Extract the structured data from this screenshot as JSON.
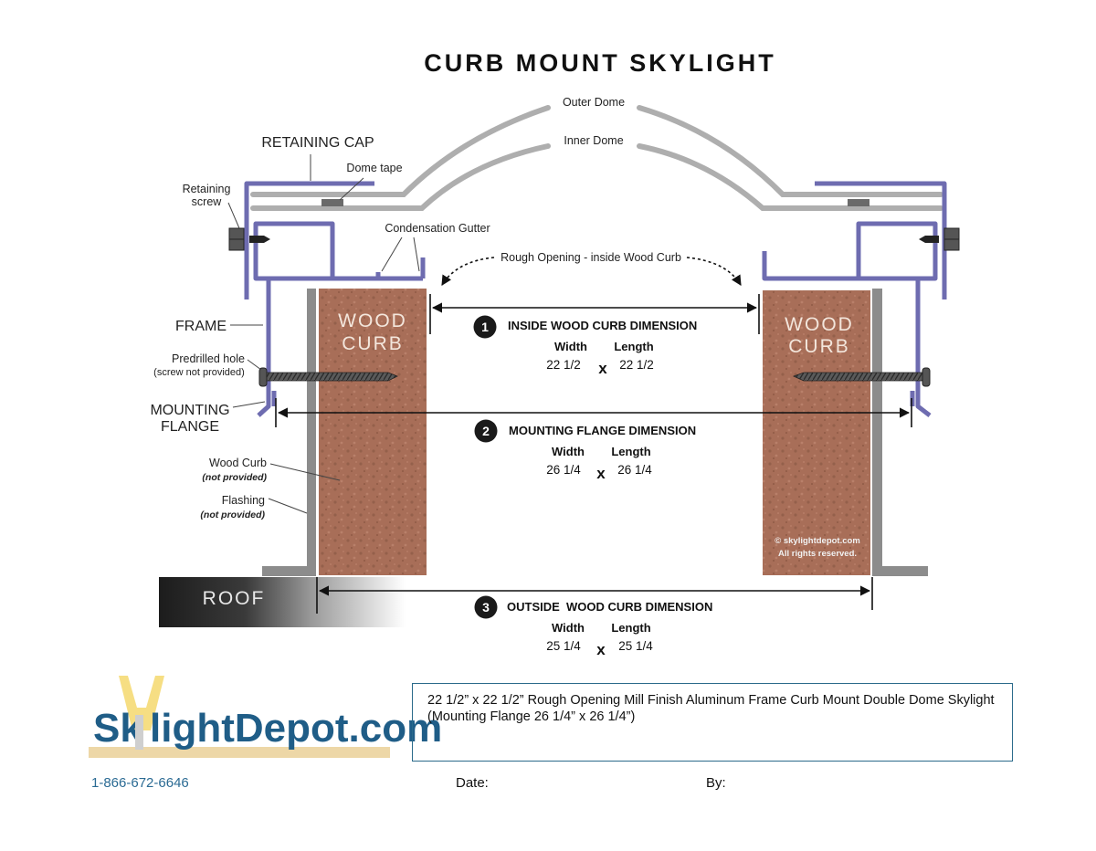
{
  "title": "CURB MOUNT SKYLIGHT",
  "labels": {
    "outer_dome": "Outer Dome",
    "inner_dome": "Inner Dome",
    "retaining_cap": "RETAINING CAP",
    "dome_tape": "Dome tape",
    "retaining_screw_line1": "Retaining",
    "retaining_screw_line2": "screw",
    "condensation_gutter": "Condensation Gutter",
    "rough_opening": "Rough Opening - inside Wood Curb",
    "frame": "FRAME",
    "predrilled_hole": "Predrilled hole",
    "screw_not_provided": "(screw not provided)",
    "mounting_flange_line1": "MOUNTING",
    "mounting_flange_line2": "FLANGE",
    "wood_curb": "Wood Curb",
    "wood_curb_note": "(not provided)",
    "flashing": "Flashing",
    "flashing_note": "(not provided)",
    "curb_word1": "WOOD",
    "curb_word2": "CURB",
    "roof": "ROOF",
    "copyright_line1": "© skylightdepot.com",
    "copyright_line2": "All rights reserved."
  },
  "dimensions": [
    {
      "number": "1",
      "heading": "INSIDE WOOD CURB DIMENSION",
      "width_label": "Width",
      "length_label": "Length",
      "width": "22 1/2",
      "x": "x",
      "length": "22 1/2"
    },
    {
      "number": "2",
      "heading": "MOUNTING FLANGE DIMENSION",
      "width_label": "Width",
      "length_label": "Length",
      "width": "26 1/4",
      "x": "x",
      "length": "26 1/4"
    },
    {
      "number": "3",
      "heading": "OUTSIDE  WOOD CURB DIMENSION",
      "width_label": "Width",
      "length_label": "Length",
      "width": "25 1/4",
      "x": "x",
      "length": "25 1/4"
    }
  ],
  "logo": {
    "part1": "Sk",
    "part2": "lightDepot.com"
  },
  "phone": "1-866-672-6646",
  "description": {
    "line1": "22 1/2” x 22 1/2” Rough Opening Mill Finish Aluminum Frame Curb Mount Double Dome Skylight",
    "line2": "(Mounting Flange 26 1/4” x 26 1/4”)"
  },
  "footer": {
    "date_label": "Date:",
    "by_label": "By:"
  },
  "colors": {
    "frame": "#6e6cb0",
    "dome": "#aeaeae",
    "curb": "#a86e58",
    "flashing": "#8c8c8c",
    "logo_blue": "#1f5d87",
    "box_border": "#2a6a8a"
  }
}
